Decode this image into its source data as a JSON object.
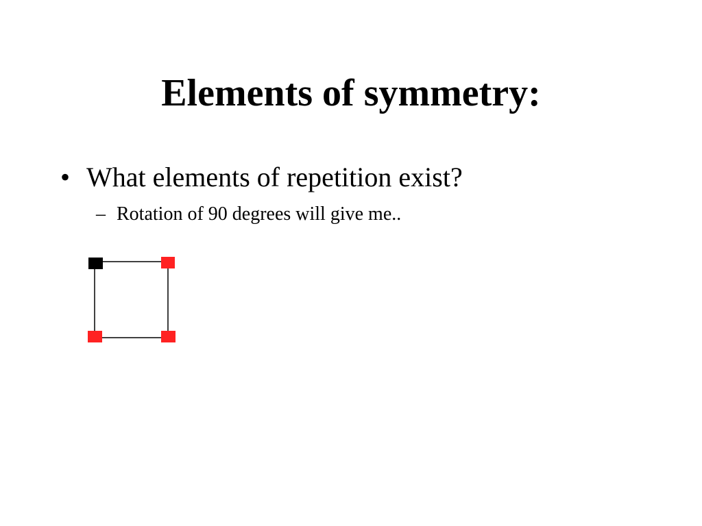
{
  "slide": {
    "title": "Elements of symmetry:",
    "bullet": {
      "mark": "•",
      "text": "What elements of repetition exist?"
    },
    "sub_bullet": {
      "mark": "–",
      "text": "Rotation of 90 degrees will give me.."
    }
  },
  "diagram": {
    "square_outline_color": "#000000",
    "corners": [
      {
        "name": "top-left",
        "color": "#000000"
      },
      {
        "name": "top-right",
        "color": "#ff2222"
      },
      {
        "name": "bottom-left",
        "color": "#ff2222"
      },
      {
        "name": "bottom-right",
        "color": "#ff2222"
      }
    ]
  }
}
